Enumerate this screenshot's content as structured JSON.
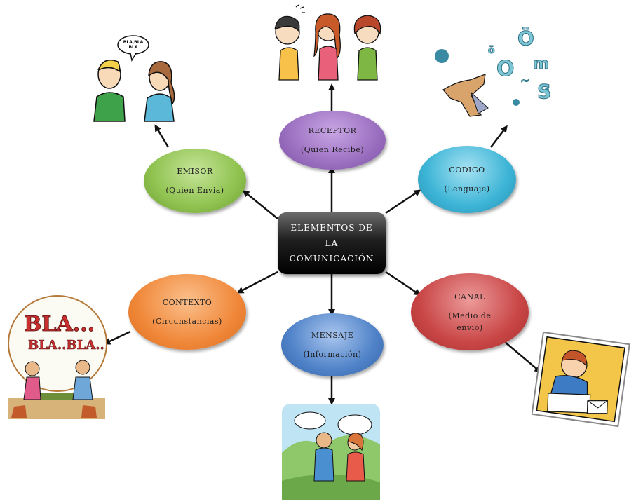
{
  "center": {
    "line1": "ELEMENTOS DE",
    "line2": "LA",
    "line3": "COMUNICACIÓN"
  },
  "nodes": {
    "receptor": {
      "title": "RECEPTOR",
      "sub": "(Quien Recibe)",
      "color": "#9b6fc0"
    },
    "emisor": {
      "title": "EMISOR",
      "sub": "(Quien Envia)",
      "color": "#8fc24f"
    },
    "codigo": {
      "title": "CODIGO",
      "sub": "(Lenguaje)",
      "color": "#3cb4d6"
    },
    "contexto": {
      "title": "CONTEXTO",
      "sub": "(Circunstancias)",
      "color": "#f0883a"
    },
    "canal": {
      "title": "CANAL",
      "sub1": "(Medio de",
      "sub2": "envio)",
      "color": "#c94646"
    },
    "mensaje": {
      "title": "MENSAJE",
      "sub": "(Información)",
      "color": "#4f82c8"
    }
  },
  "illustrations": {
    "emisor_bubble": "BLA,BLA BLA",
    "contexto_text1": "BLA...",
    "contexto_text2": "BLA..BLA.."
  }
}
